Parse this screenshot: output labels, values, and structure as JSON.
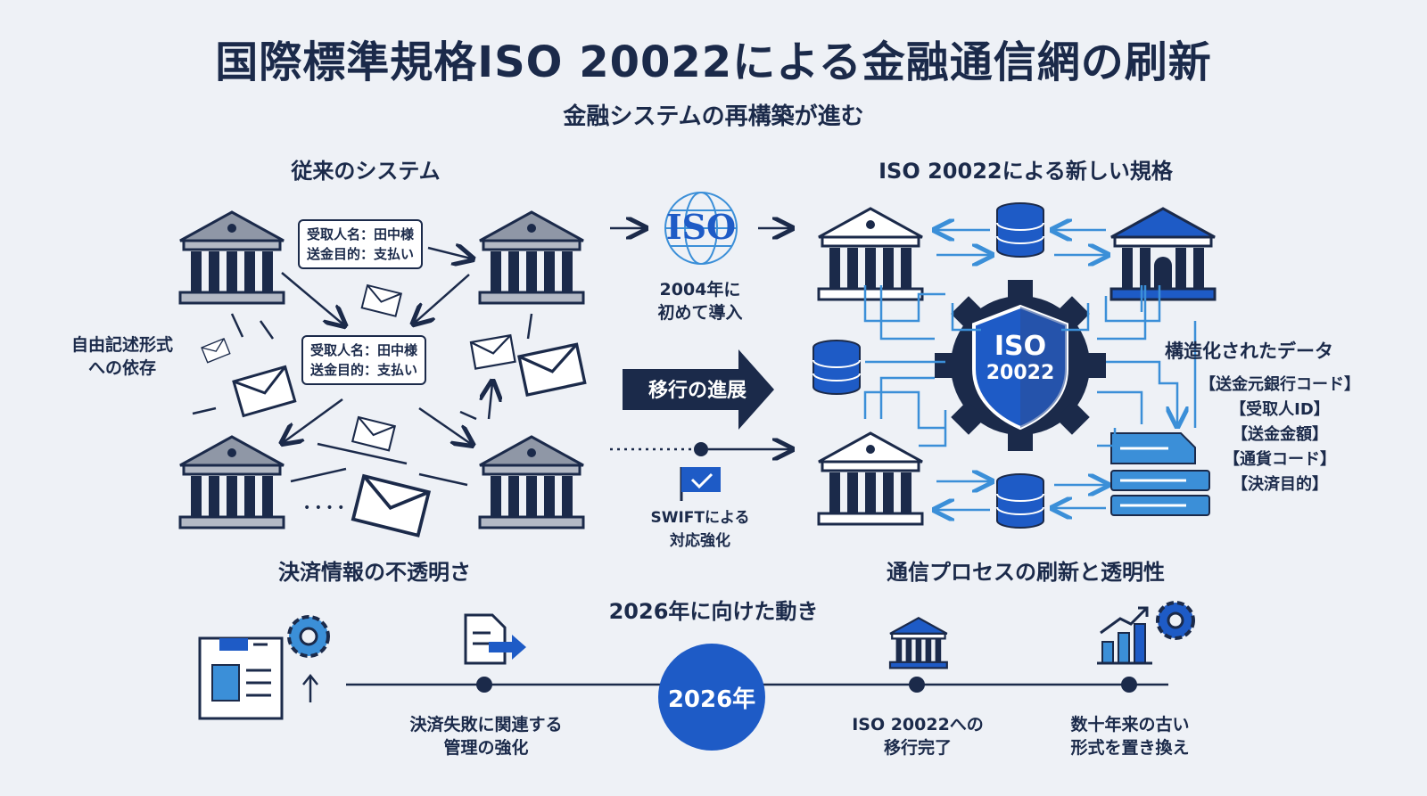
{
  "title": "国際標準規格ISO 20022による金融通信網の刷新",
  "subtitle": "金融システムの再構築が進む",
  "legacy": {
    "heading": "従来のシステム",
    "callout_top": [
      "受取人名：田中様",
      "送金目的：支払い"
    ],
    "callout_mid": [
      "受取人名：田中様",
      "送金目的：支払い"
    ],
    "side_label": [
      "自由記述形式",
      "への依存"
    ],
    "ellipsis": "• • • •",
    "footer": "決済情報の不透明さ"
  },
  "center": {
    "iso_logo_text": "ISO",
    "iso_intro": [
      "2004年に",
      "初めて導入"
    ],
    "migration_label": "移行の進展",
    "swift_label": [
      "SWIFTによる",
      "対応強化"
    ]
  },
  "modern": {
    "heading": "ISO 20022による新しい規格",
    "shield_text": [
      "ISO",
      "20022"
    ],
    "structured_heading": "構造化されたデータ",
    "structured_items": [
      "【送金元銀行コード】",
      "【受取人ID】",
      "【送金金額】",
      "【通貨コード】",
      "【決済目的】"
    ],
    "footer": "通信プロセスの刷新と透明性"
  },
  "timeline": {
    "heading": "2026年に向けた動き",
    "center_label": "2026年",
    "items": [
      [
        "決済失敗に関連する",
        "管理の強化"
      ],
      [
        "ISO 20022への",
        "移行完了"
      ],
      [
        "数十年来の古い",
        "形式を置き換え"
      ]
    ]
  },
  "colors": {
    "navy": "#1b2a4a",
    "blue": "#1e5bc6",
    "light_blue": "#3b8fd8",
    "gray": "#7b8494"
  }
}
